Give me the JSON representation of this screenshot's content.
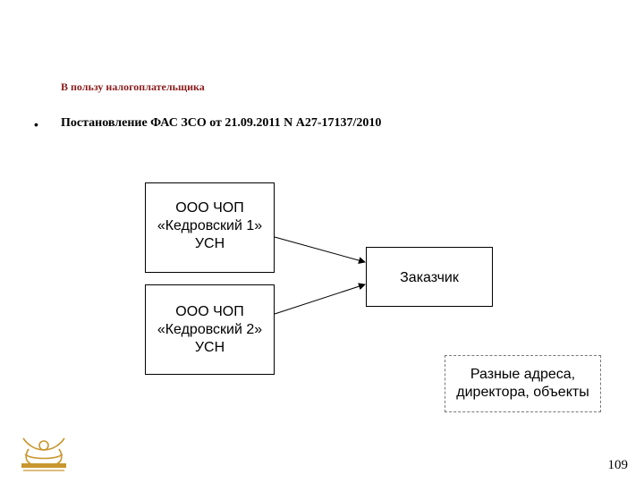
{
  "header": {
    "title": "В пользу налогоплательщика"
  },
  "bullet": {
    "text": "Постановление ФАС ЗСО от 21.09.2011 N А27-17137/2010"
  },
  "diagram": {
    "box1": [
      "ООО ЧОП",
      "«Кедровский 1»",
      "УСН"
    ],
    "box2": [
      "ООО ЧОП",
      "«Кедровский 2»",
      "УСН"
    ],
    "customer": "Заказчик",
    "note": [
      "Разные адреса,",
      "директора, объекты"
    ]
  },
  "footer": {
    "page_number": "109"
  }
}
